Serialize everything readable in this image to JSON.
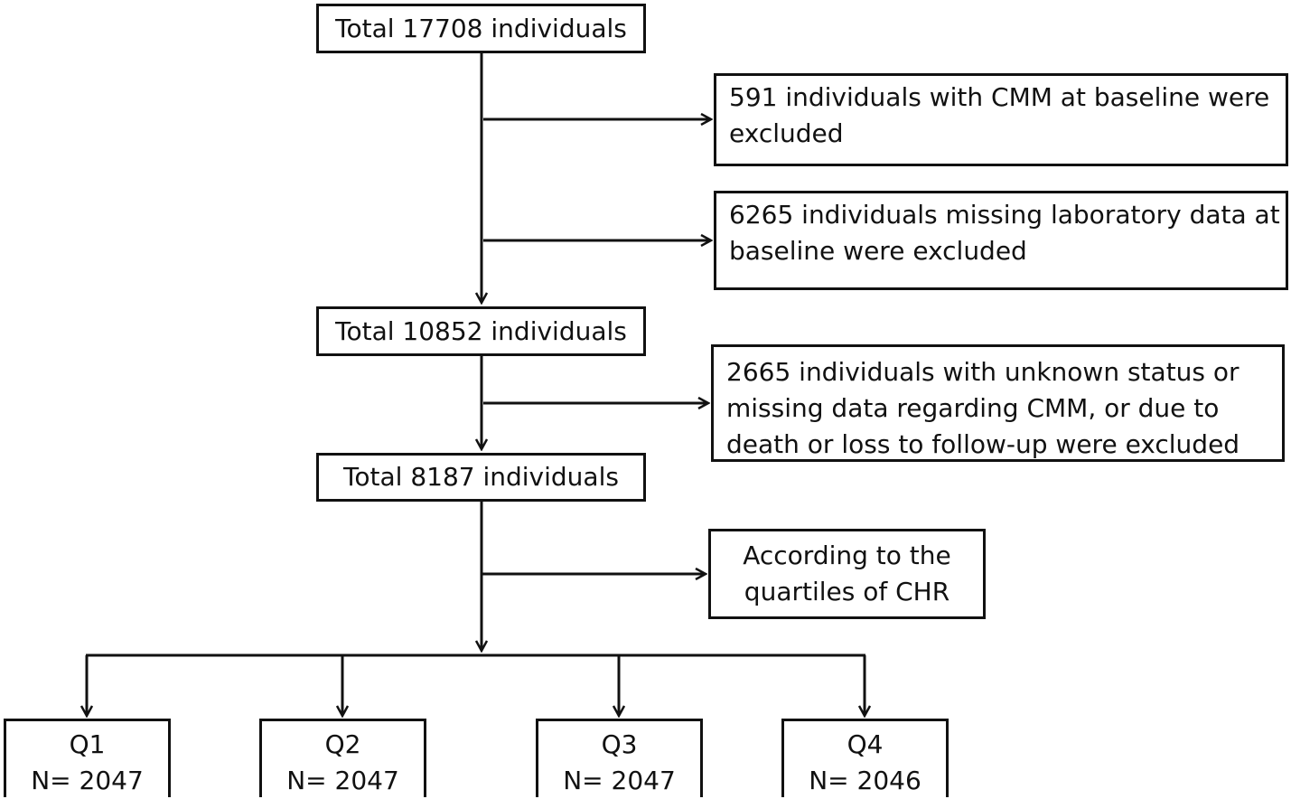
{
  "nodes": {
    "total_initial": "Total 17708 individuals",
    "exclusion_1": {
      "line1": "591 individuals with CMM at baseline were",
      "line2": "excluded"
    },
    "exclusion_2": {
      "line1": "6265 individuals missing laboratory data at",
      "line2": "baseline were excluded"
    },
    "total_after_baseline": "Total 10852 individuals",
    "exclusion_3": {
      "line1": "2665 individuals with unknown status or",
      "line2": "missing data regarding CMM, or due to",
      "line3": "death or loss to follow-up were excluded"
    },
    "total_final": "Total 8187 individuals",
    "split_note": {
      "line1": "According to the",
      "line2": "quartiles of CHR"
    },
    "quartiles": [
      {
        "label": "Q1",
        "n": "N= 2047"
      },
      {
        "label": "Q2",
        "n": "N= 2047"
      },
      {
        "label": "Q3",
        "n": "N= 2047"
      },
      {
        "label": "Q4",
        "n": "N= 2046"
      }
    ]
  },
  "colors": {
    "line": "#111111",
    "background": "#ffffff"
  }
}
